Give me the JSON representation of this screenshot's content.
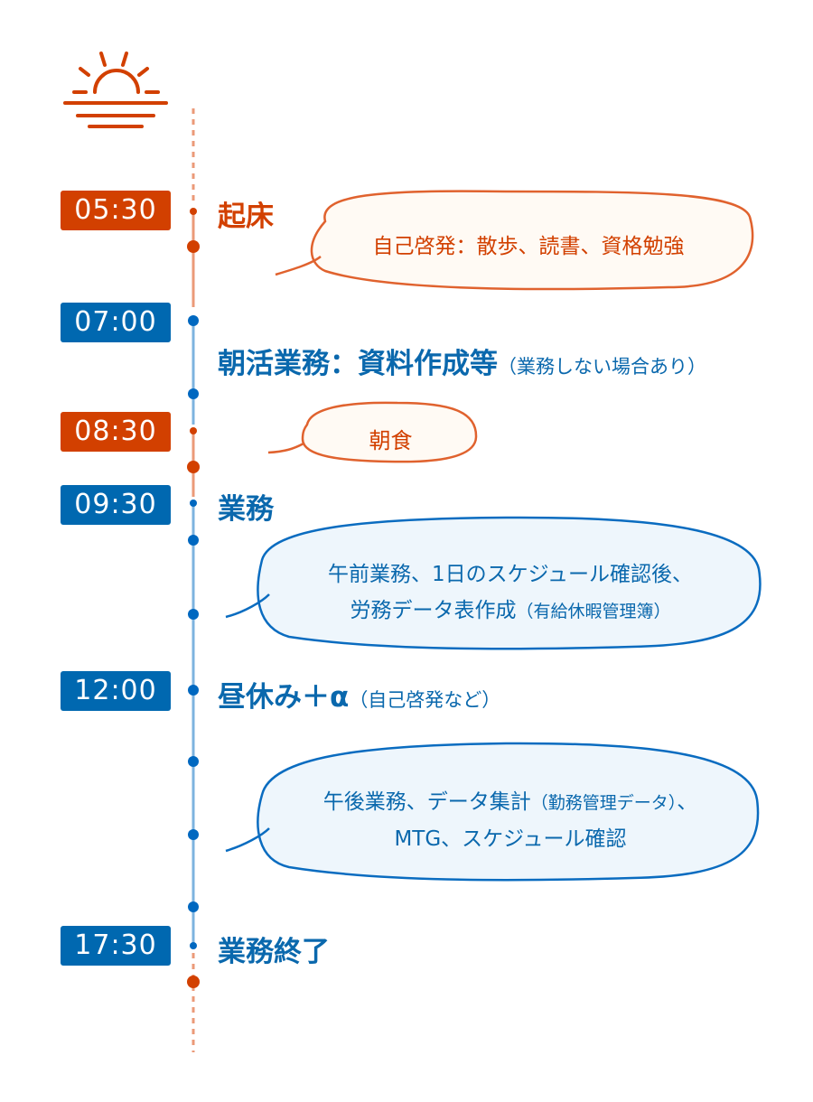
{
  "header": {
    "icon": "sunrise-icon"
  },
  "colors": {
    "morning_accent": "#d24000",
    "morning_line": "#eb9a78",
    "work_accent": "#0068b0",
    "work_line": "#7db3df",
    "morning_bubble_fill": "#fffaf4",
    "work_bubble_fill": "#eef6fc"
  },
  "timeline": [
    {
      "time": "05:30",
      "label": "起床",
      "note": "",
      "color": "orange"
    },
    {
      "time": "07:00",
      "label": "朝活業務：資料作成等",
      "note": "（業務しない場合あり）",
      "color": "blue"
    },
    {
      "time": "08:30",
      "label": "",
      "note": "",
      "color": "orange"
    },
    {
      "time": "09:30",
      "label": "業務",
      "note": "",
      "color": "blue"
    },
    {
      "time": "12:00",
      "label": "昼休み＋α",
      "note": "（自己啓発など）",
      "color": "blue"
    },
    {
      "time": "17:30",
      "label": "業務終了",
      "note": "",
      "color": "blue"
    }
  ],
  "bubbles": {
    "morning_self_dev": {
      "text": "自己啓発：散歩、読書、資格勉強"
    },
    "breakfast": {
      "text": "朝食"
    },
    "am_work": {
      "line1": "午前業務、1日のスケジュール確認後、",
      "line2_main": "労務データ表作成",
      "line2_note": "（有給休暇管理簿）"
    },
    "pm_work": {
      "line1_main": "午後業務、データ集計",
      "line1_note": "（勤務管理データ）",
      "line1_tail": "、",
      "line2": "MTG、スケジュール確認"
    }
  }
}
